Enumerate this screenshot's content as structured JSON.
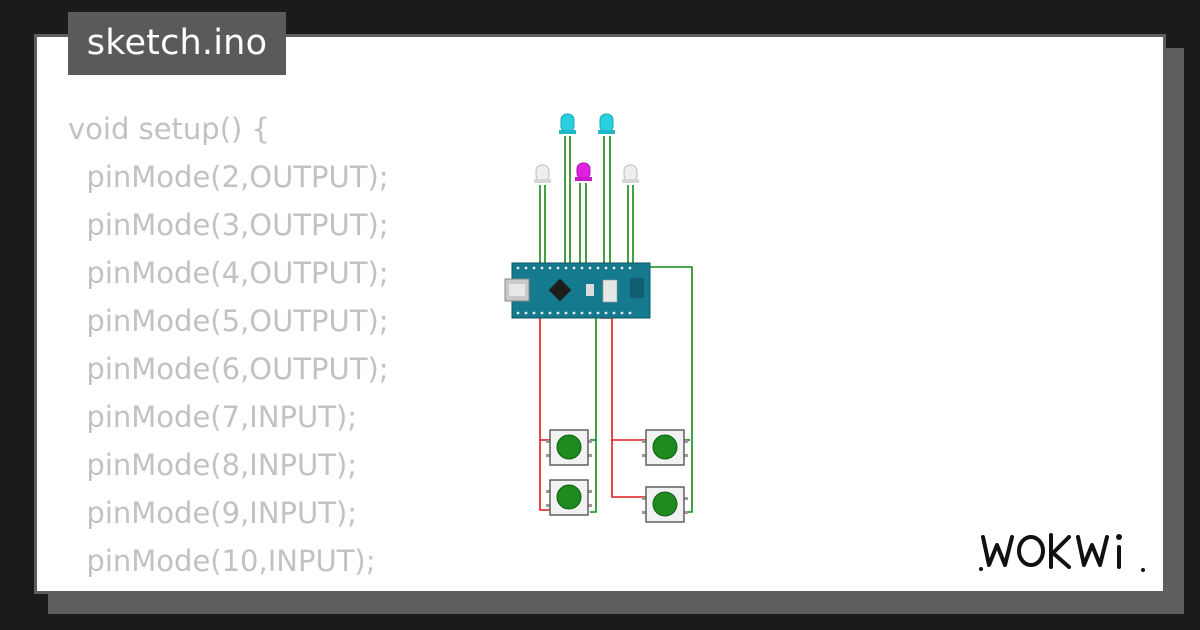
{
  "file_tab": {
    "title": "sketch.ino"
  },
  "code": {
    "lines": [
      "void setup() {",
      "  pinMode(2,OUTPUT);",
      "  pinMode(3,OUTPUT);",
      "  pinMode(4,OUTPUT);",
      "  pinMode(5,OUTPUT);",
      "  pinMode(6,OUTPUT);",
      "  pinMode(7,INPUT);",
      "  pinMode(8,INPUT);",
      "  pinMode(9,INPUT);",
      "  pinMode(10,INPUT);",
      "}"
    ]
  },
  "diagram": {
    "board": "arduino-nano",
    "leds": [
      {
        "color": "white"
      },
      {
        "color": "cyan"
      },
      {
        "color": "magenta"
      },
      {
        "color": "cyan"
      },
      {
        "color": "white"
      }
    ],
    "buttons": [
      {
        "color": "green"
      },
      {
        "color": "green"
      },
      {
        "color": "green"
      },
      {
        "color": "green"
      }
    ],
    "wire_colors": {
      "signal": "#138a13",
      "power": "#e01b1b"
    }
  },
  "brand": {
    "logo": "WOKWI"
  },
  "colors": {
    "background": "#1b1b1b",
    "card": "#ffffff",
    "tab": "#5a5a5a",
    "code_text": "#c2c2c2",
    "board": "#167a8f",
    "button_cap": "#1f8a1f"
  }
}
